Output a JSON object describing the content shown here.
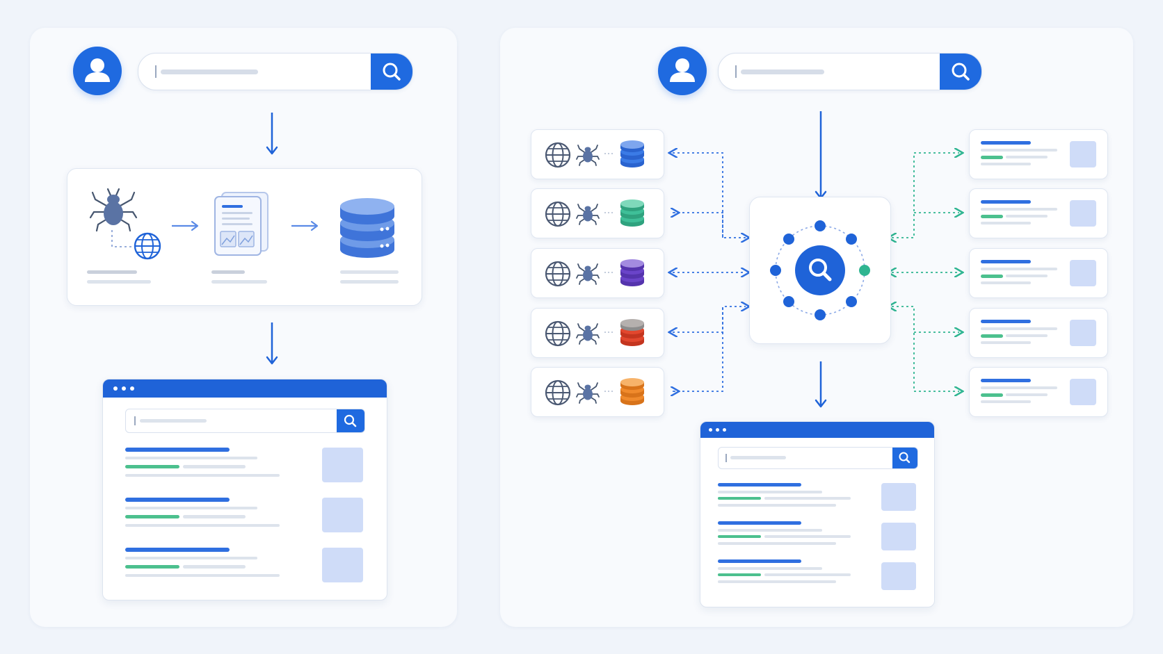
{
  "colors": {
    "accent_blue": "#1f6ae0",
    "line_blue": "#2f6fe0",
    "line_green": "#2fb591",
    "bar_green": "#4cc08e",
    "db_blue": "#3b7be6",
    "db_teal": "#3fbf98",
    "db_purple": "#6a44c9",
    "db_red": "#e2472e",
    "db_orange": "#f08a2c",
    "background": "#f0f4fa"
  },
  "icons": {
    "user": "user-icon",
    "search": "search-icon",
    "crawler": "spider-icon",
    "web": "globe-icon",
    "documents": "document-stack-icon",
    "storage": "database-icon",
    "hub": "search-hub-icon"
  },
  "left_panel": {
    "pipeline": [
      "crawler",
      "documents",
      "storage"
    ],
    "results_count": 3
  },
  "right_panel": {
    "sources_count": 5,
    "results_count": 5,
    "browser_results_count": 3
  }
}
